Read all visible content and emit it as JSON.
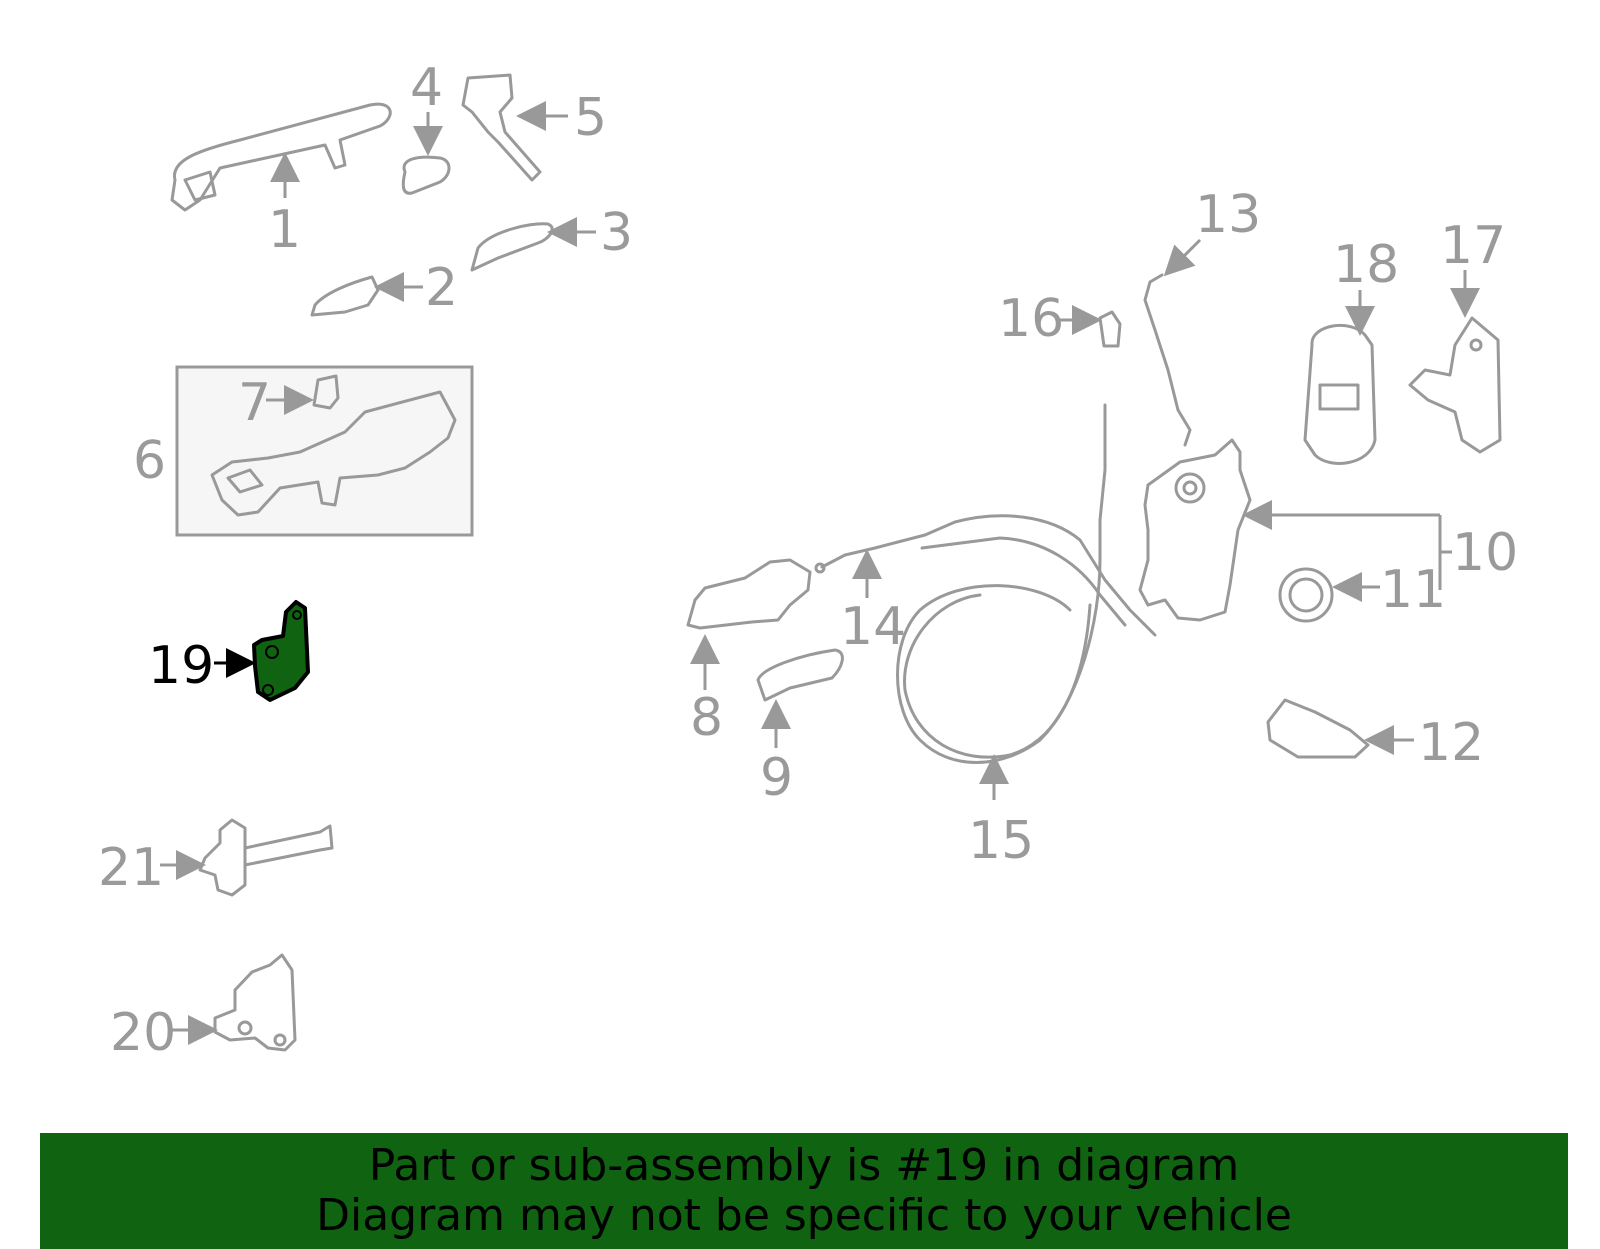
{
  "diagram": {
    "highlighted_part": "19",
    "highlight_color": "#106310",
    "line_color": "#999999",
    "callouts": [
      "1",
      "2",
      "3",
      "4",
      "5",
      "6",
      "7",
      "8",
      "9",
      "10",
      "11",
      "12",
      "13",
      "14",
      "15",
      "16",
      "17",
      "18",
      "19",
      "20",
      "21"
    ]
  },
  "banner": {
    "line1": "Part or sub-assembly is #19 in diagram",
    "line2": "Diagram may not be specific to your vehicle",
    "background": "#106310"
  }
}
